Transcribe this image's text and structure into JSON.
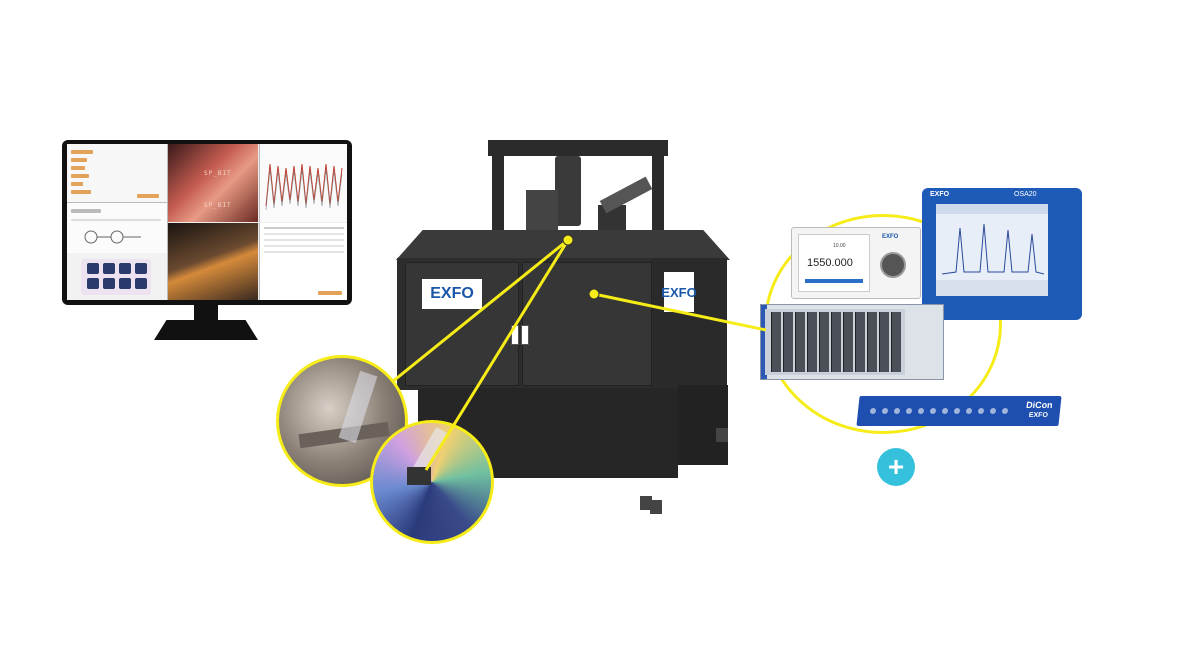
{
  "monitor": {
    "camera_labels": [
      "SP_BIT",
      "SP_BIT"
    ]
  },
  "brand": {
    "cabinet_logo_front": "EXFO",
    "cabinet_logo_side": "EXFO",
    "laser_logo": "EXFO",
    "osa_logo": "EXFO",
    "switch_logo": "EXFO"
  },
  "instruments": {
    "laser_value": "1550.000",
    "laser_small": "10.00",
    "osa_model": "OSA20",
    "switch_brand": "DiCon"
  },
  "add_icon": "+",
  "colors": {
    "connector_yellow": "#f6ec18",
    "exfo_blue": "#1a57a8",
    "plus_cyan": "#35c0dc"
  },
  "icons": [
    "plus-icon"
  ]
}
